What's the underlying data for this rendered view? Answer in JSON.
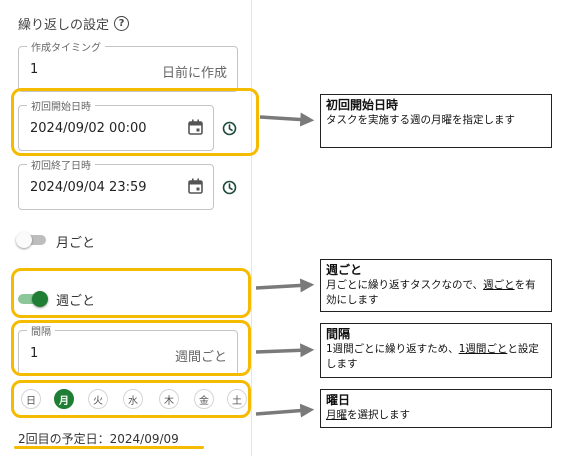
{
  "form": {
    "section_title": "繰り返しの設定",
    "help_icon": "?",
    "creation_timing": {
      "label": "作成タイミング",
      "value": "1",
      "suffix": "日前に作成"
    },
    "first_start": {
      "label": "初回開始日時",
      "value": "2024/09/02 00:00"
    },
    "first_end": {
      "label": "初回終了日時",
      "value": "2024/09/04 23:59"
    },
    "monthly_toggle": {
      "label": "月ごと",
      "enabled": false
    },
    "weekly_toggle": {
      "label": "週ごと",
      "enabled": true
    },
    "interval": {
      "label": "間隔",
      "value": "1",
      "suffix": "週間ごと"
    },
    "weekdays": [
      {
        "label": "日",
        "selected": false
      },
      {
        "label": "月",
        "selected": true
      },
      {
        "label": "火",
        "selected": false
      },
      {
        "label": "水",
        "selected": false
      },
      {
        "label": "木",
        "selected": false
      },
      {
        "label": "金",
        "selected": false
      },
      {
        "label": "土",
        "selected": false
      }
    ],
    "next_date": "2回目の予定日：2024/09/09"
  },
  "callouts": {
    "first_start": {
      "title": "初回開始日時",
      "body": "タスクを実施する週の月曜を指定します"
    },
    "weekly": {
      "title": "週ごと",
      "body_1": "月ごとに繰り返すタスクなので、",
      "body_link": "週ごと",
      "body_2": "を有効にします"
    },
    "interval": {
      "title": "間隔",
      "body_1": "1週間ごとに繰り返すため、",
      "body_link": "1週間ごと",
      "body_2": "と設定します"
    },
    "weekday": {
      "title": "曜日",
      "body_link": "月曜",
      "body_2": "を選択します"
    }
  },
  "colors": {
    "accent_green": "#1e7e34",
    "toggle_on_track": "#8cc79a",
    "highlight_yellow": "#f5bb00",
    "arrow_gray": "#7a7a7a"
  }
}
